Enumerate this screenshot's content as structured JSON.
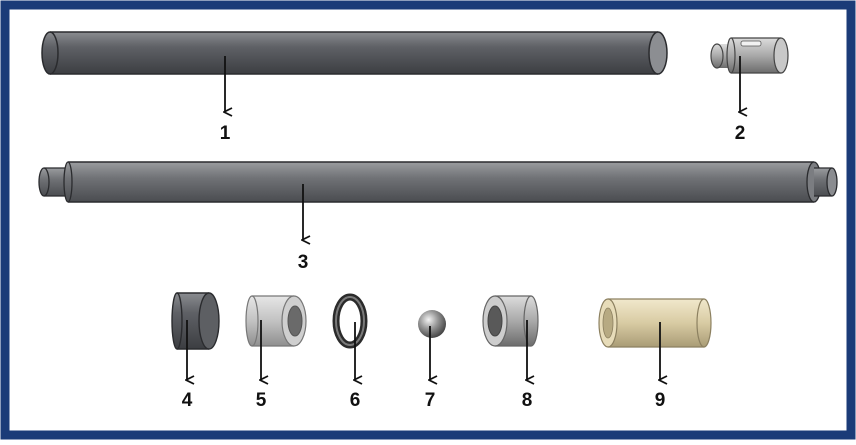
{
  "colors": {
    "frame": "#1b3b78",
    "dark_part": "#55575b",
    "light_part": "#b9b9b9",
    "tan_part": "#d8cba3",
    "arrow": "#111111"
  },
  "parts": [
    {
      "id": "1",
      "label": "1",
      "icon": "long-rod"
    },
    {
      "id": "2",
      "label": "2",
      "icon": "small-coupling"
    },
    {
      "id": "3",
      "label": "3",
      "icon": "barrel-with-stepped-ends"
    },
    {
      "id": "4",
      "label": "4",
      "icon": "dark-cylinder-cap"
    },
    {
      "id": "5",
      "label": "5",
      "icon": "light-grey-ring"
    },
    {
      "id": "6",
      "label": "6",
      "icon": "o-ring"
    },
    {
      "id": "7",
      "label": "7",
      "icon": "ball"
    },
    {
      "id": "8",
      "label": "8",
      "icon": "grey-sleeve"
    },
    {
      "id": "9",
      "label": "9",
      "icon": "tan-sleeve"
    }
  ]
}
